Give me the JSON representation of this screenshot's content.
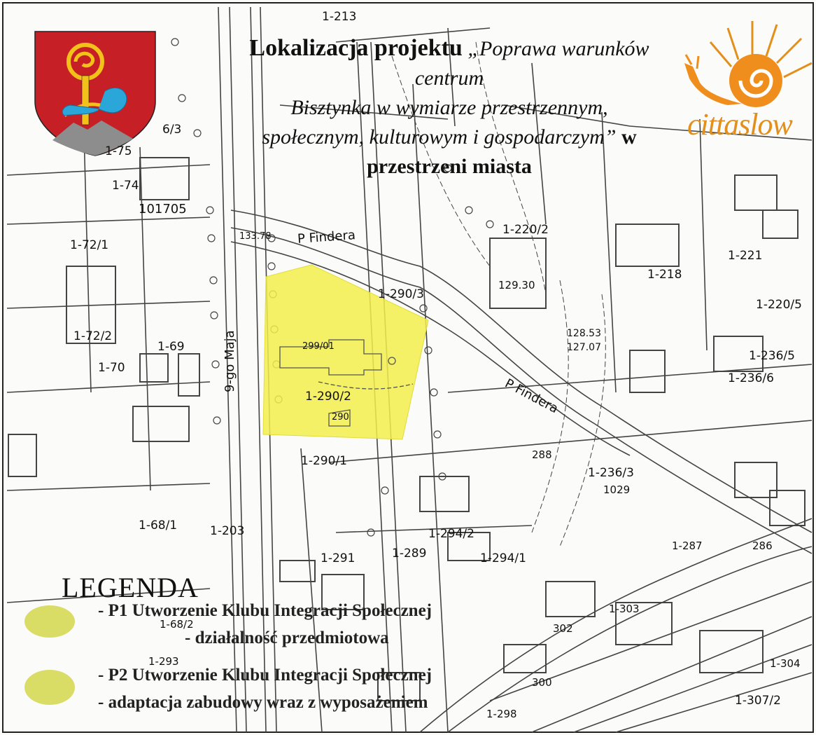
{
  "title": {
    "prefix": "Lokalizacja projektu",
    "project_open": "„Poprawa warunków centrum",
    "project_mid": "Bisztynka w wymiarze przestrzennym,",
    "project_end": "społecznym, kulturowym i gospodarczym”",
    "suffix_w": "w",
    "suffix": "przestrzeni miasta"
  },
  "logo": {
    "text": "cittaslow",
    "color": "#e28f1b"
  },
  "legend": {
    "title": "LEGENDA",
    "items": [
      {
        "line1": "- P1 Utworzenie Klubu Integracji Społecznej",
        "line2": "- działalność przedmiotowa",
        "color": "#d9dc65"
      },
      {
        "line1": "- P2 Utworzenie Klubu Integracji Społecznej",
        "line2": "- adaptacja zabudowy wraz z wyposażeniem",
        "color": "#d9dc65"
      }
    ]
  },
  "highlight_color": "#f2ee4e",
  "map_labels": {
    "street_findera": "P Findera",
    "street_findera2": "P Findera",
    "street_maja": "9-go Maja",
    "parcel_290_1": "1-290/1",
    "parcel_290_2": "1-290/2",
    "parcel_290_3": "1-290/3",
    "parcel_220_2": "1-220/2",
    "parcel_72_1": "1-72/1",
    "parcel_72_2": "1-72/2",
    "parcel_69": "1-69",
    "parcel_70": "1-70",
    "parcel_74": "1-74",
    "parcel_75": "1-75",
    "parcel_68_1": "1-68/1",
    "parcel_203": "1-203",
    "parcel_291": "1-291",
    "parcel_289": "1-289",
    "parcel_288": "288",
    "parcel_236_3": "1-236/3",
    "parcel_236_5": "1-236/5",
    "parcel_236_6": "1-236/6",
    "parcel_218": "1-218",
    "parcel_221": "1-221",
    "parcel_220_5": "1-220/5",
    "parcel_287": "1-287",
    "parcel_286": "286",
    "parcel_294_1": "1-294/1",
    "parcel_294_2": "1-294/2",
    "parcel_307_2": "1-307/2",
    "parcel_304": "1-304",
    "parcel_303": "1-303",
    "parcel_302": "302",
    "parcel_300": "300",
    "parcel_298": "1-298",
    "parcel_293": "1-293",
    "parcel_68_2": "1-68/2",
    "parcel_213": "1-213",
    "parcel_6_3": "6/3",
    "parcel_101705": "101705",
    "parcel_1029": "1029",
    "elev_129_30": "129.30",
    "elev_133_78": "133.78",
    "elev_128_53": "128.53",
    "elev_127_07": "127.07",
    "parcel_290": "290",
    "parcel_29901": "299/01"
  }
}
